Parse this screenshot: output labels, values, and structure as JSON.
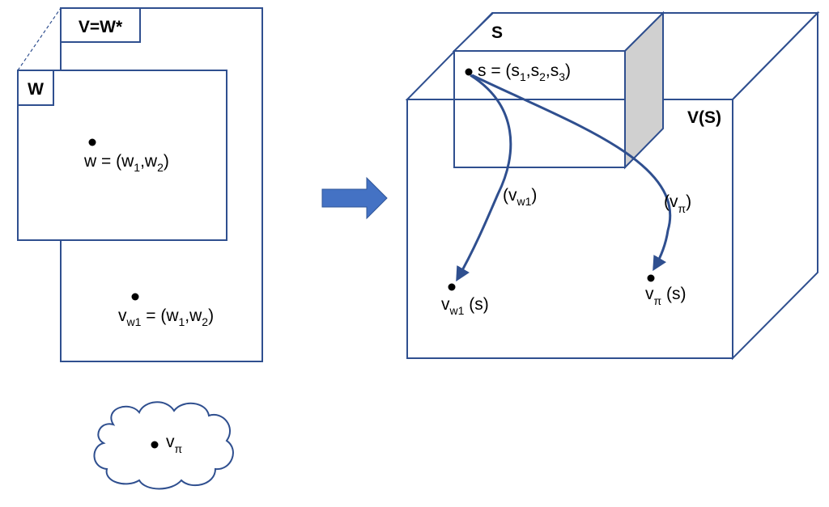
{
  "left": {
    "back_label": "V=W*",
    "front_label": "W",
    "point_w": {
      "base": "w = (w",
      "s1": "1",
      "mid": ",w",
      "s2": "2",
      "end": ")"
    },
    "point_v": {
      "v": "v",
      "sub": "w1",
      "rest": " = (w",
      "s1": "1",
      "mid": ",w",
      "s2": "2",
      "end": ")"
    },
    "cloud": {
      "v": "v",
      "sub": "π"
    }
  },
  "right": {
    "inner_label": "S",
    "outer_label": "V(S)",
    "point_s": {
      "base": "s = (s",
      "s1": "1",
      "c1": ",s",
      "s2": "2",
      "c2": ",s",
      "s3": "3",
      "end": ")"
    },
    "arrow1": {
      "open": "(v",
      "sub": "w1",
      "close": ")"
    },
    "arrow2": {
      "open": "(v",
      "sub": "π",
      "close": ")"
    },
    "point_vw1": {
      "v": "v",
      "sub": "w1",
      "rest": " (s)"
    },
    "point_vpi": {
      "v": "v",
      "sub": "π",
      "rest": " (s)"
    }
  },
  "colors": {
    "outline": "#2f4f8f",
    "arrow": "#2f4f8f",
    "big_arrow": "#4472c4",
    "shade": "#d0d0d0"
  }
}
